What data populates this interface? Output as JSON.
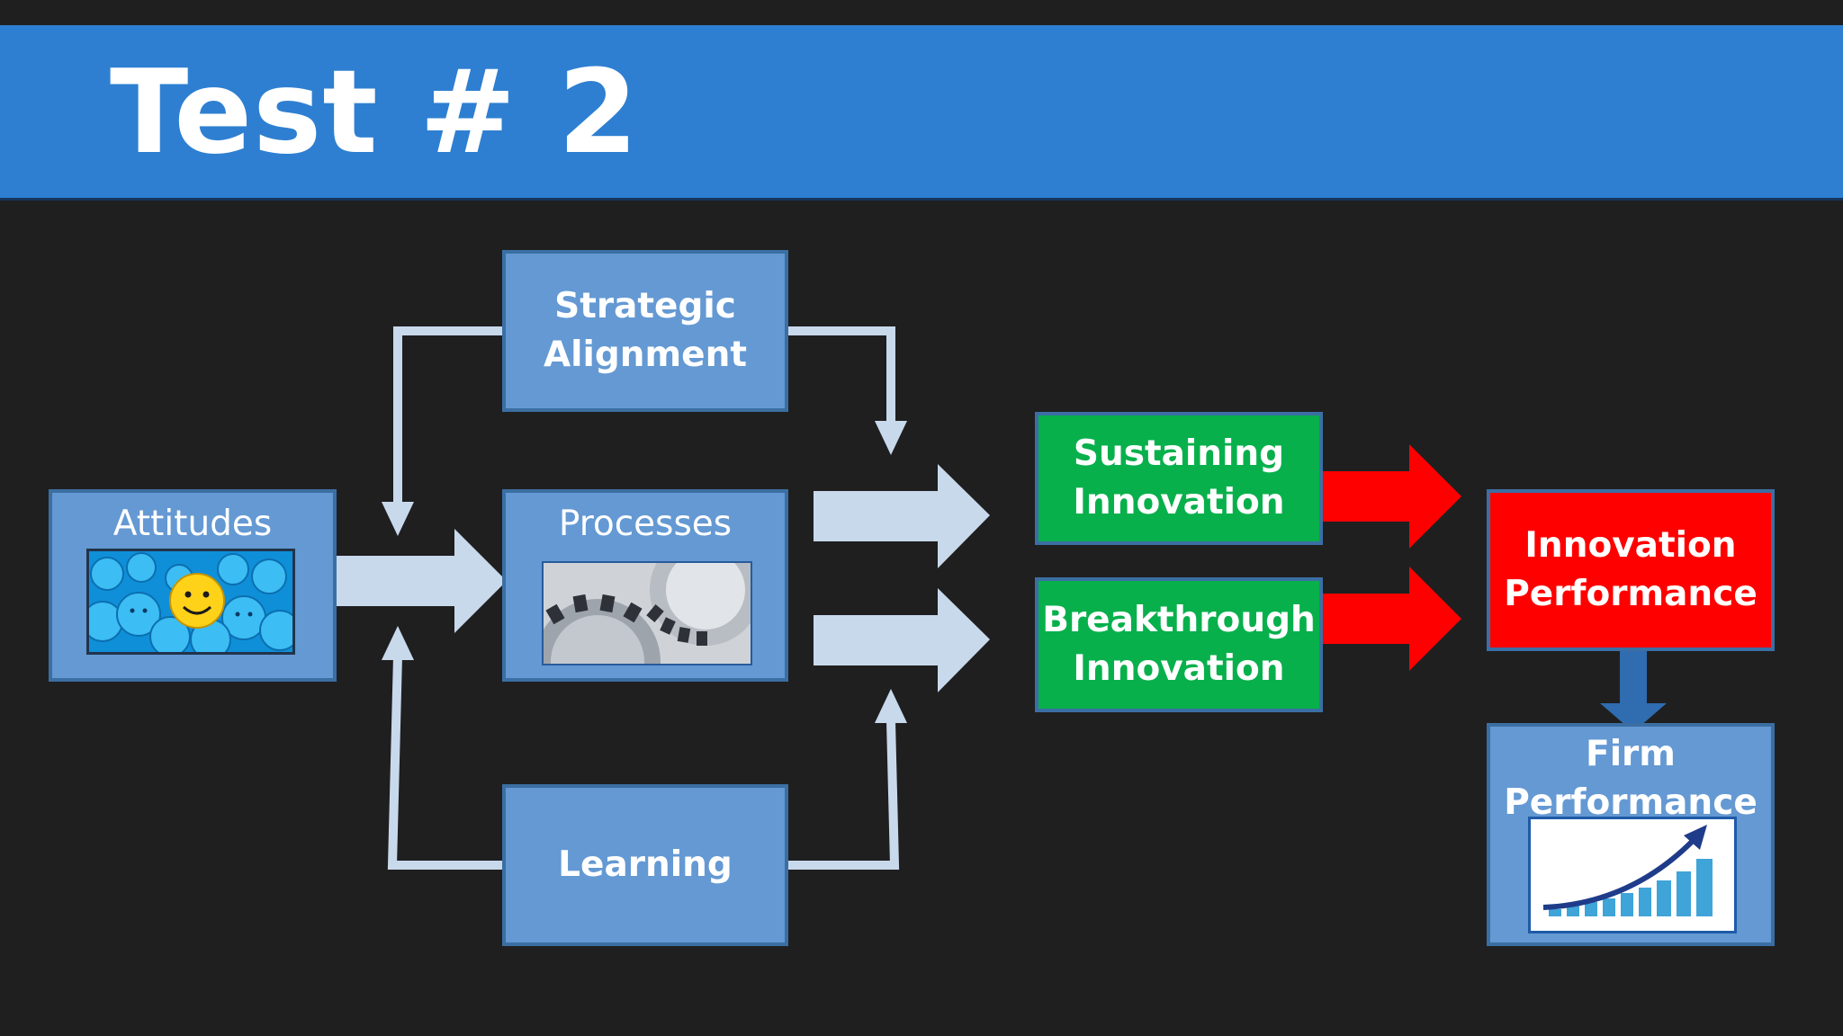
{
  "slide": {
    "title": "Test # 2",
    "colors": {
      "background": "#1f1f20",
      "title_band": "#2e7fd1",
      "box": "#6499d3",
      "green": "#08b04c",
      "red": "#ff0000",
      "arrow": "#c9d9ec"
    }
  },
  "nodes": {
    "attitudes": "Attitudes",
    "strategic_alignment": "Strategic\nAlignment",
    "processes": "Processes",
    "learning": "Learning",
    "sustaining_innovation": "Sustaining\nInnovation",
    "breakthrough_innovation": "Breakthrough\nInnovation",
    "innovation_performance": "Innovation\nPerformance",
    "firm_performance": "Firm\nPerformance"
  },
  "images": {
    "attitudes": "smiley-crowd-image",
    "processes": "gears-image",
    "firm_performance": "growth-chart-image"
  }
}
